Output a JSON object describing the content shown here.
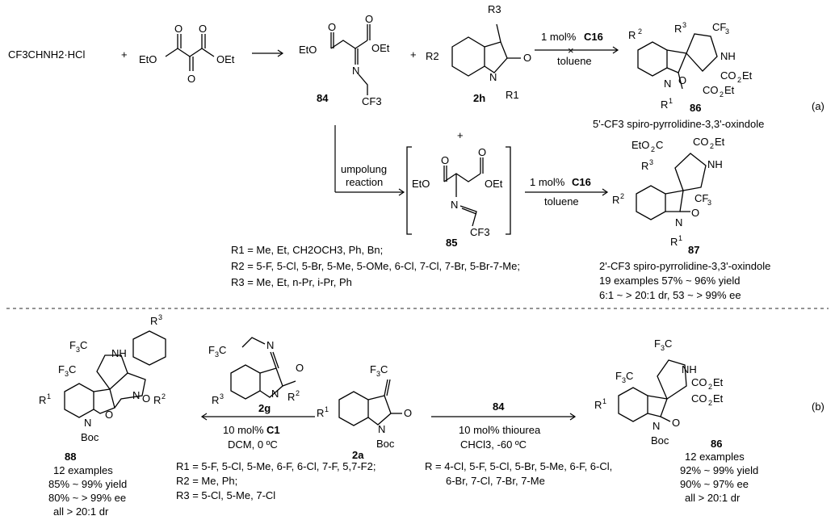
{
  "part_a": {
    "label": "(a)",
    "reactant1": "CF3CHNH2·HCl",
    "plus": "+",
    "reactant2_labels": {
      "left": "EtO",
      "right": "OEt"
    },
    "compound84": {
      "number": "84",
      "left": "EtO",
      "right": "OEt",
      "n": "N",
      "cf3": "CF3"
    },
    "compound2h": {
      "number": "2h",
      "r3": "R3",
      "r2": "R2",
      "n": "N",
      "r1": "R1"
    },
    "arrow_top": {
      "catalyst": "1 mol%",
      "catalyst_bold": "C16",
      "solvent": "toluene",
      "cross": "×"
    },
    "product86": {
      "number": "86",
      "caption": "5'-CF3 spiro-pyrrolidine-3,3'-oxindole"
    },
    "umpolung": {
      "line1": "umpolung",
      "line2": "reaction"
    },
    "compound85": {
      "number": "85",
      "left": "EtO",
      "right": "OEt",
      "n": "N",
      "cf3": "CF3"
    },
    "arrow_mid": {
      "catalyst": "1 mol%",
      "catalyst_bold": "C16",
      "solvent": "toluene"
    },
    "product87": {
      "number": "87",
      "caption": "2'-CF3 spiro-pyrrolidine-3,3'-oxindole",
      "examples": "19 examples 57% ~ 96% yield",
      "selectivity": "6:1 ~ > 20:1 dr, 53 ~ > 99% ee"
    },
    "substituents": {
      "r1": "R1 = Me, Et, CH2OCH3, Ph, Bn;",
      "r2": "R2 = 5-F, 5-Cl, 5-Br, 5-Me, 5-OMe, 6-Cl, 7-Cl, 7-Br, 5-Br-7-Me;",
      "r3": "R3 = Me, Et, n-Pr, i-Pr, Ph"
    }
  },
  "part_b": {
    "label": "(b)",
    "compound2g": {
      "number": "2g"
    },
    "compound2a": {
      "number": "2a"
    },
    "arrow_left": {
      "catalyst": "10 mol%",
      "catalyst_bold": "C1",
      "conditions": "DCM, 0 ºC"
    },
    "arrow_right": {
      "reagent": "84",
      "catalyst": "10 mol% thiourea",
      "conditions": "CHCl3, -60 ºC"
    },
    "product88": {
      "number": "88",
      "examples": "12 examples",
      "yield": "85% ~ 99% yield",
      "ee": "80% ~ > 99% ee",
      "dr": "all > 20:1 dr"
    },
    "product86": {
      "number": "86",
      "examples": "12 examples",
      "yield": "92% ~ 99% yield",
      "ee": "90% ~ 97% ee",
      "dr": "all > 20:1 dr"
    },
    "substituents_left": {
      "r1": "R1 = 5-F, 5-Cl, 5-Me, 6-F, 6-Cl, 7-F, 5,7-F2;",
      "r2": "R2 = Me, Ph;",
      "r3": "R3 = 5-Cl, 5-Me, 7-Cl"
    },
    "substituents_right": {
      "r1": "R = 4-Cl, 5-F, 5-Cl, 5-Br, 5-Me, 6-F, 6-Cl,",
      "r2": "6-Br, 7-Cl, 7-Br, 7-Me"
    }
  }
}
